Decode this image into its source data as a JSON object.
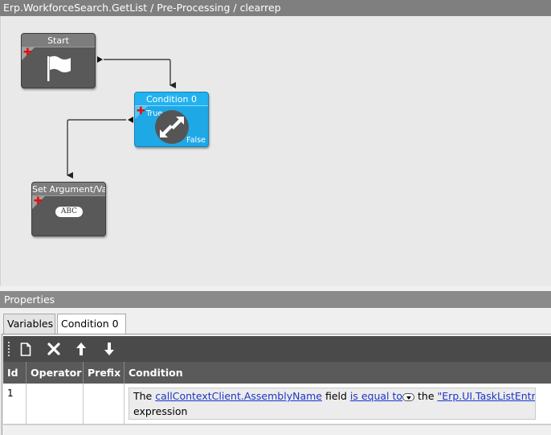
{
  "window": {
    "title": "Erp.WorkforceSearch.GetList / Pre-Processing / clearrep"
  },
  "workflow": {
    "nodes": {
      "start": {
        "title": "Start",
        "icon": "flag-icon"
      },
      "condition": {
        "title": "Condition 0",
        "true_label": "True",
        "false_label": "False",
        "icon": "condition-arrows-icon"
      },
      "set_argument": {
        "title": "Set Argument/Vari",
        "badge": "ABC"
      }
    }
  },
  "properties": {
    "header": "Properties",
    "tabs": [
      {
        "label": "Variables",
        "active": false
      },
      {
        "label": "Condition 0",
        "active": true
      }
    ],
    "toolbar": {
      "buttons": [
        {
          "name": "new",
          "icon": "new-document-icon"
        },
        {
          "name": "delete",
          "icon": "delete-x-icon"
        },
        {
          "name": "move_up",
          "icon": "arrow-up-icon"
        },
        {
          "name": "move_down",
          "icon": "arrow-down-icon"
        }
      ]
    },
    "grid": {
      "columns": [
        "Id",
        "Operator",
        "Prefix",
        "Condition"
      ],
      "rows": [
        {
          "id": "1",
          "operator": "",
          "prefix": "",
          "condition": {
            "t1": "The ",
            "field_link": "callContextClient.AssemblyName",
            "t2": " field ",
            "op_link": "is equal to",
            "t3": " the ",
            "value_link": "\"Erp.UI.TaskListEntr...",
            "t4": "expression"
          }
        }
      ]
    }
  },
  "colors": {
    "node_dark": "#595959",
    "node_condition": "#1ea8e6",
    "link": "#1a35c8",
    "plus": "#e01010"
  }
}
